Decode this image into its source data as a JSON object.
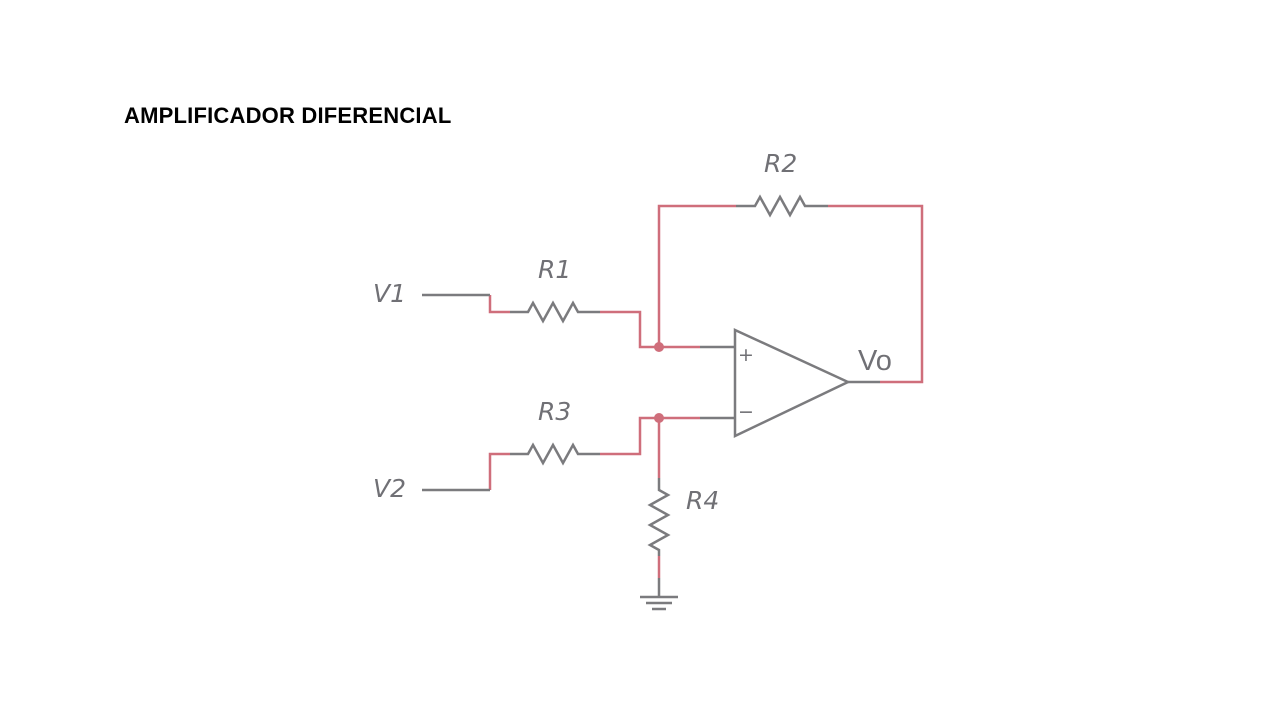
{
  "title": "AMPLIFICADOR DIFERENCIAL",
  "colors": {
    "wire": "#cf6e7b",
    "component": "#7b7b7e",
    "label": "#707075",
    "node": "#cf6e7b"
  },
  "labels": {
    "v1": "V1",
    "v2": "V2",
    "r1": "R1",
    "r2": "R2",
    "r3": "R3",
    "r4": "R4",
    "vo": "Vo",
    "plus": "+",
    "minus": "−"
  }
}
